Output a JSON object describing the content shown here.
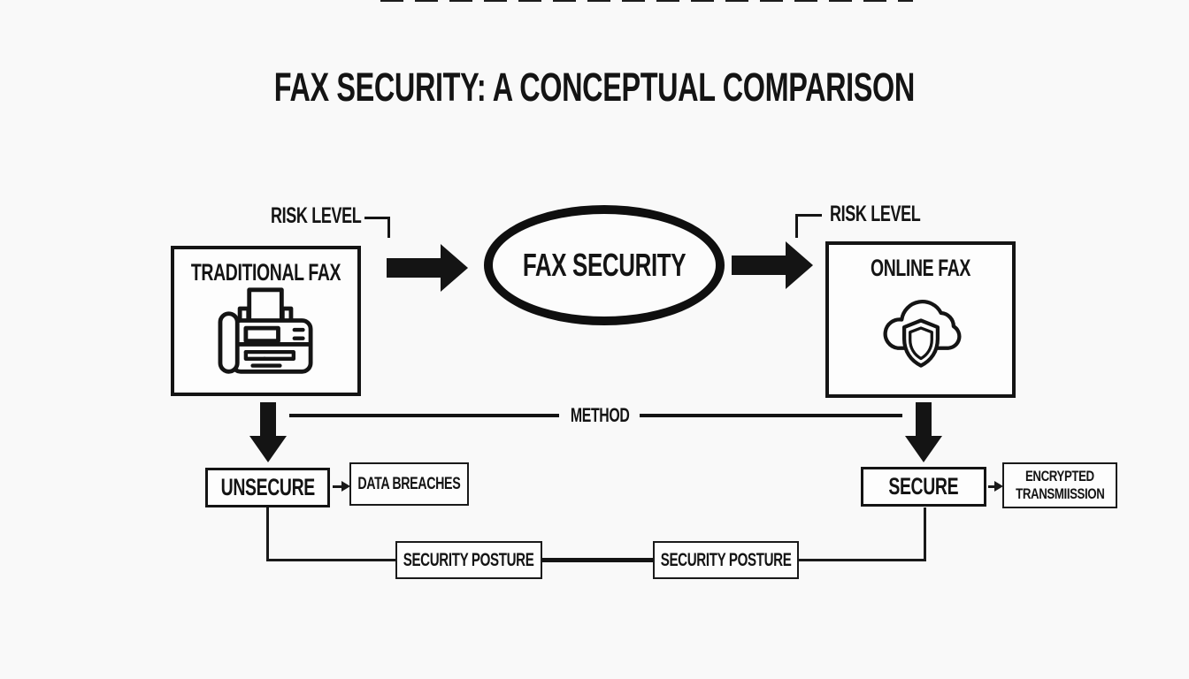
{
  "title": "FAX SECURITY: A CONCEPTUAL COMPARISON",
  "center": {
    "label": "FAX SECURITY"
  },
  "method_label": "METHOD",
  "left": {
    "risk_label": "RISK LEVEL",
    "box_title": "TRADITIONAL FAX",
    "icon": "fax-machine-icon",
    "status": "UNSECURE",
    "consequence": "DATA BREACHES",
    "posture_label": "SECURITY POSTURE"
  },
  "right": {
    "risk_label": "RISK LEVEL",
    "box_title": "ONLINE FAX",
    "icon": "cloud-shield-icon",
    "status": "SECURE",
    "consequence_line1": "ENCRYPTED",
    "consequence_line2": "TRANSMIISSION",
    "posture_label": "SECURITY POSTURE"
  },
  "colors": {
    "ink": "#141414",
    "background": "#f9f9f9",
    "box_fill": "#fdfdfd"
  }
}
